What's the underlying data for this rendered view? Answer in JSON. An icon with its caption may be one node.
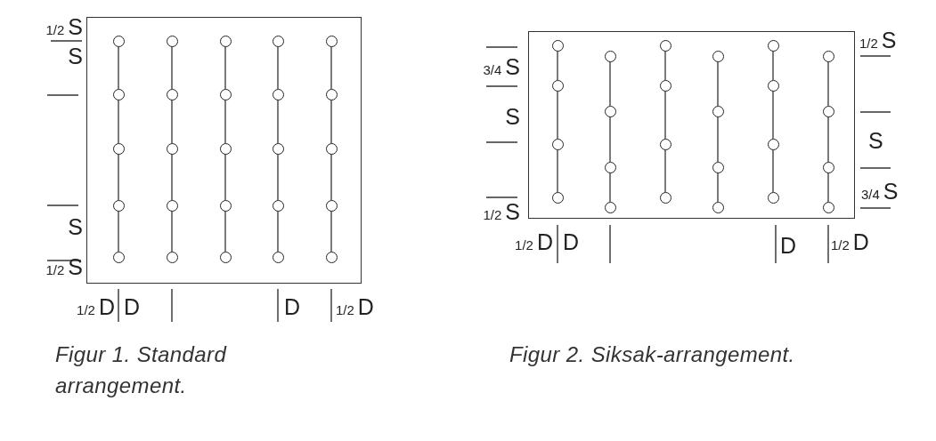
{
  "diagram": {
    "nodes": [
      {
        "text": [],
        "shape": "box"
      },
      {
        "text": [],
        "shape": "circle",
        "in": 0
      },
      {
        "text": [],
        "shape": "circle",
        "in": 0
      },
      {
        "text": [],
        "shape": "circle",
        "in": 0
      },
      {
        "text": [],
        "shape": "circle",
        "in": 0
      },
      {
        "text": [],
        "shape": "circle",
        "in": 0
      },
      {
        "text": [],
        "shape": "circle",
        "in": 0
      },
      {
        "text": [],
        "shape": "circle",
        "in": 0
      },
      {
        "text": [],
        "shape": "circle",
        "in": 0
      },
      {
        "text": [],
        "shape": "circle",
        "in": 0
      },
      {
        "text": [],
        "shape": "circle",
        "in": 0
      },
      {
        "text": [],
        "shape": "circle",
        "in": 0
      },
      {
        "text": [],
        "shape": "circle",
        "in": 0
      },
      {
        "text": [],
        "shape": "circle",
        "in": 0
      },
      {
        "text": [],
        "shape": "circle",
        "in": 0
      },
      {
        "text": [],
        "shape": "circle",
        "in": 0
      },
      {
        "text": [],
        "shape": "circle",
        "in": 0
      },
      {
        "text": [],
        "shape": "circle",
        "in": 0
      },
      {
        "text": [],
        "shape": "circle",
        "in": 0
      },
      {
        "text": [],
        "shape": "circle",
        "in": 0
      },
      {
        "text": [],
        "shape": "circle",
        "in": 0
      },
      {
        "text": [],
        "shape": "circle",
        "in": 0
      },
      {
        "text": [],
        "shape": "circle",
        "in": 0
      },
      {
        "text": [],
        "shape": "circle",
        "in": 0
      },
      {
        "text": [],
        "shape": "circle",
        "in": 0
      },
      {
        "text": [],
        "shape": "circle",
        "in": 0
      },
      {
        "text": [],
        "shape": "box"
      },
      {
        "text": [],
        "shape": "circle",
        "in": 26
      },
      {
        "text": [],
        "shape": "circle",
        "in": 26
      },
      {
        "text": [],
        "shape": "circle",
        "in": 26
      },
      {
        "text": [],
        "shape": "circle",
        "in": 26
      },
      {
        "text": [],
        "shape": "circle",
        "in": 26
      },
      {
        "text": [],
        "shape": "circle",
        "in": 26
      },
      {
        "text": [],
        "shape": "circle",
        "in": 26
      },
      {
        "text": [],
        "shape": "circle",
        "in": 26
      },
      {
        "text": [],
        "shape": "circle",
        "in": 26
      },
      {
        "text": [],
        "shape": "circle",
        "in": 26
      },
      {
        "text": [],
        "shape": "circle",
        "in": 26
      },
      {
        "text": [],
        "shape": "circle",
        "in": 26
      },
      {
        "text": [],
        "shape": "circle",
        "in": 26
      },
      {
        "text": [],
        "shape": "circle",
        "in": 26
      },
      {
        "text": [],
        "shape": "circle",
        "in": 26
      },
      {
        "text": [],
        "shape": "circle",
        "in": 26
      },
      {
        "text": [],
        "shape": "circle",
        "in": 26
      },
      {
        "text": [],
        "shape": "circle",
        "in": 26
      },
      {
        "text": [],
        "shape": "circle",
        "in": 26
      },
      {
        "text": [],
        "shape": "circle",
        "in": 26
      },
      {
        "text": [],
        "shape": "circle",
        "in": 26
      },
      {
        "text": [],
        "shape": "circle",
        "in": 26
      },
      {
        "text": [],
        "shape": "circle",
        "in": 26
      },
      {
        "text": [],
        "shape": "circle",
        "in": 26
      }
    ],
    "edges": [
      {
        "from": 1,
        "to": 2,
        "arrow": "none"
      },
      {
        "from": 2,
        "to": 3,
        "arrow": "none"
      },
      {
        "from": 3,
        "to": 4,
        "arrow": "none"
      },
      {
        "from": 4,
        "to": 5,
        "arrow": "none"
      },
      {
        "from": 6,
        "to": 7,
        "arrow": "none"
      },
      {
        "from": 7,
        "to": 8,
        "arrow": "none"
      },
      {
        "from": 8,
        "to": 9,
        "arrow": "none"
      },
      {
        "from": 9,
        "to": 10,
        "arrow": "none"
      },
      {
        "from": 11,
        "to": 12,
        "arrow": "none"
      },
      {
        "from": 12,
        "to": 13,
        "arrow": "none"
      },
      {
        "from": 13,
        "to": 14,
        "arrow": "none"
      },
      {
        "from": 14,
        "to": 15,
        "arrow": "none"
      },
      {
        "from": 16,
        "to": 17,
        "arrow": "none"
      },
      {
        "from": 17,
        "to": 18,
        "arrow": "none"
      },
      {
        "from": 18,
        "to": 19,
        "arrow": "none"
      },
      {
        "from": 19,
        "to": 20,
        "arrow": "none"
      },
      {
        "from": 21,
        "to": 22,
        "arrow": "none"
      },
      {
        "from": 22,
        "to": 23,
        "arrow": "none"
      },
      {
        "from": 23,
        "to": 24,
        "arrow": "none"
      },
      {
        "from": 24,
        "to": 25,
        "arrow": "none"
      },
      {
        "from": 27,
        "to": 28,
        "arrow": "none"
      },
      {
        "from": 28,
        "to": 29,
        "arrow": "none"
      },
      {
        "from": 29,
        "to": 30,
        "arrow": "none"
      },
      {
        "from": 31,
        "to": 32,
        "arrow": "none"
      },
      {
        "from": 32,
        "to": 33,
        "arrow": "none"
      },
      {
        "from": 33,
        "to": 34,
        "arrow": "none"
      },
      {
        "from": 35,
        "to": 36,
        "arrow": "none"
      },
      {
        "from": 36,
        "to": 37,
        "arrow": "none"
      },
      {
        "from": 37,
        "to": 38,
        "arrow": "none"
      },
      {
        "from": 39,
        "to": 40,
        "arrow": "none"
      },
      {
        "from": 40,
        "to": 41,
        "arrow": "none"
      },
      {
        "from": 41,
        "to": 42,
        "arrow": "none"
      },
      {
        "from": 43,
        "to": 44,
        "arrow": "none"
      },
      {
        "from": 44,
        "to": 45,
        "arrow": "none"
      },
      {
        "from": 45,
        "to": 46,
        "arrow": "none"
      },
      {
        "from": 47,
        "to": 48,
        "arrow": "none"
      },
      {
        "from": 48,
        "to": 49,
        "arrow": "none"
      },
      {
        "from": 49,
        "to": 50,
        "arrow": "none"
      }
    ],
    "labels": [
      "1/2 S",
      "S",
      "S",
      "1/2 S",
      "1/2 D",
      "D",
      "D",
      "1/2 D",
      "3/4 S",
      "S",
      "1/2 S",
      "1/2 S",
      "S",
      "3/4 S",
      "1/2 D",
      "D",
      "D",
      "1/2 D",
      "Figur 1. Standard arrangement.",
      "Figur 2. Siksak-arrangement."
    ]
  }
}
